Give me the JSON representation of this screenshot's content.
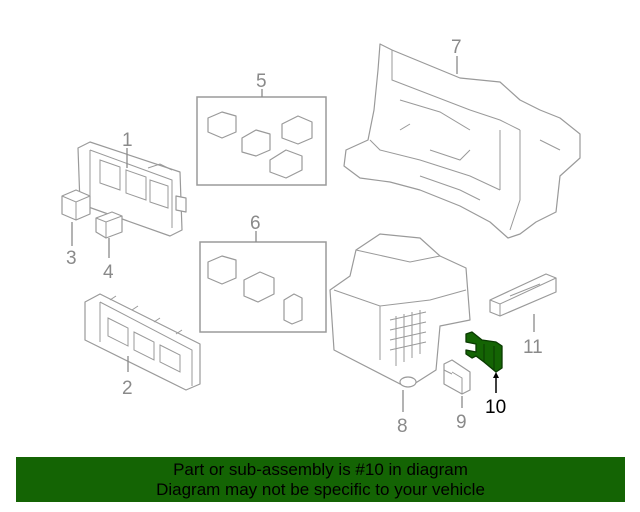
{
  "diagram": {
    "callouts": [
      {
        "id": "1",
        "label": "1"
      },
      {
        "id": "2",
        "label": "2"
      },
      {
        "id": "3",
        "label": "3"
      },
      {
        "id": "4",
        "label": "4"
      },
      {
        "id": "5",
        "label": "5"
      },
      {
        "id": "6",
        "label": "6"
      },
      {
        "id": "7",
        "label": "7"
      },
      {
        "id": "8",
        "label": "8"
      },
      {
        "id": "9",
        "label": "9"
      },
      {
        "id": "10",
        "label": "10"
      },
      {
        "id": "11",
        "label": "11"
      }
    ],
    "highlighted_part": "10",
    "highlight_color": "#146404"
  },
  "banner": {
    "line1": "Part or sub-assembly is #10 in diagram",
    "line2": "Diagram may not be specific to your vehicle",
    "color": "#146404"
  }
}
